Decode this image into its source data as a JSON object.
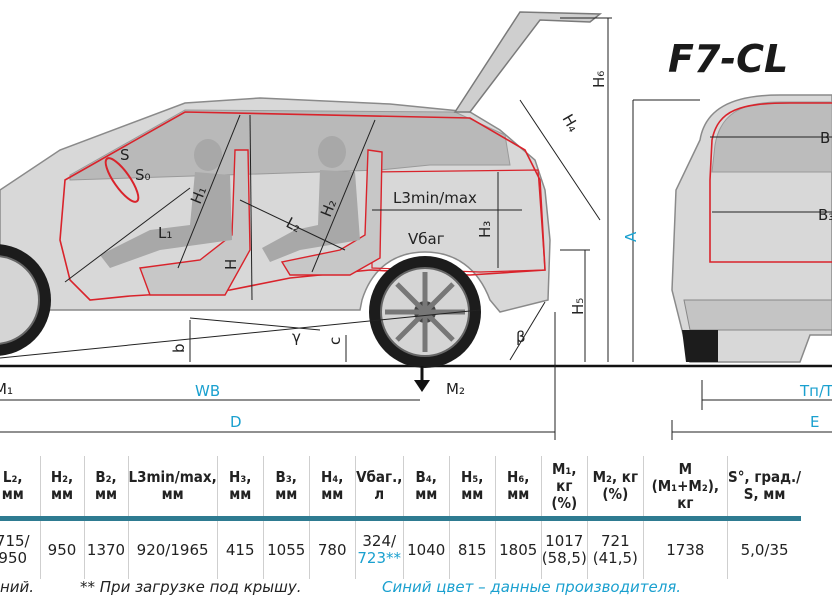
{
  "diagram": {
    "logo": "F7-CL",
    "labels": {
      "S": "S",
      "S0": "S₀",
      "L1": "L₁",
      "L2": "L₂",
      "H1": "H₁",
      "H2": "H₂",
      "H": "H",
      "H3": "H₃",
      "H4": "H₄",
      "H5": "H₅",
      "H6": "H₆",
      "A": "A",
      "b": "b",
      "c": "c",
      "gamma": "γ",
      "beta": "β",
      "Lmax": "L3min/max",
      "Vbag": "Vбаг",
      "M1": "M₁",
      "M2": "M₂",
      "WB": "WB",
      "D": "D",
      "B": "B",
      "B3": "B₃",
      "Tn": "Tп/T",
      "E": "E"
    }
  },
  "table": {
    "headers": [
      "L₂,\nмм",
      "H₂,\nмм",
      "B₂,\nмм",
      "L3min/max,\nмм",
      "H₃,\nмм",
      "B₃,\nмм",
      "H₄,\nмм",
      "Vбаг.,\nл",
      "B₄,\nмм",
      "H₅,\nмм",
      "H₆,\nмм",
      "M₁, кг\n(%)",
      "M₂, кг\n(%)",
      "M\n(M₁+M₂),\nкг",
      "S°, град./\nS, мм"
    ],
    "values": [
      "715/\n950",
      "950",
      "1370",
      "920/1965",
      "415",
      "1055",
      "780",
      "324/",
      "1040",
      "815",
      "1805",
      "1017\n(58,5)",
      "721\n(41,5)",
      "1738",
      "5,0/35"
    ],
    "vbag_blue": "723**"
  },
  "footnotes": {
    "left": "ний.",
    "middle": "** При загрузке под крышу.",
    "right": "Синий цвет – данные производителя."
  },
  "colors": {
    "accent_blue": "#1aa0cf",
    "sep_teal": "#2e7b91",
    "outline_red": "#d9232b"
  }
}
